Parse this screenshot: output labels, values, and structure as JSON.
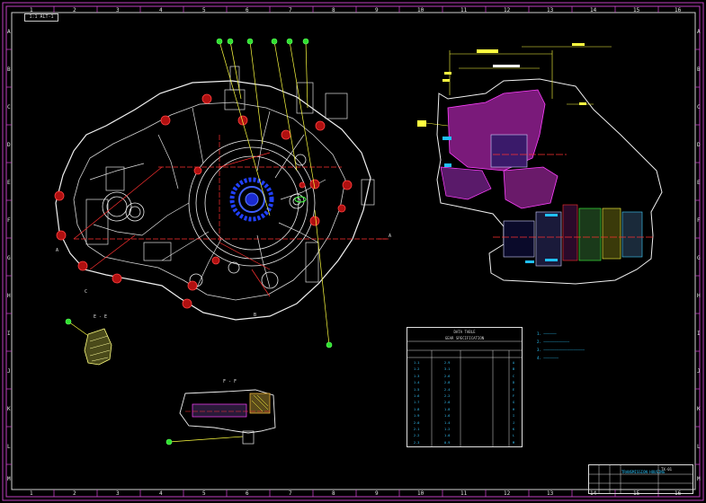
{
  "drawing": {
    "top_tab": "1:1  ALT-1",
    "zone_numbers": [
      "1",
      "2",
      "3",
      "4",
      "5",
      "6",
      "7",
      "8",
      "9",
      "10",
      "11",
      "12",
      "13",
      "14",
      "15",
      "16"
    ],
    "zone_letters": [
      "A",
      "B",
      "C",
      "D",
      "E",
      "F",
      "G",
      "H",
      "I",
      "J",
      "K",
      "L",
      "M"
    ]
  },
  "views": {
    "section_e": "E - E",
    "section_f": "F - F",
    "section_c": "C",
    "section_b": "B",
    "section_a_left": "A",
    "section_a_right": "A"
  },
  "table": {
    "title": "DATA TABLE",
    "subtitle": "GEAR SPECIFICATION",
    "rows": [
      {
        "a": "1.1",
        "b": "2.9",
        "c": "A"
      },
      {
        "a": "1.2",
        "b": "3.1",
        "c": "B"
      },
      {
        "a": "1.3",
        "b": "2.6",
        "c": "C"
      },
      {
        "a": "1.4",
        "b": "2.8",
        "c": "D"
      },
      {
        "a": "1.5",
        "b": "2.4",
        "c": "E"
      },
      {
        "a": "1.6",
        "b": "2.2",
        "c": "F"
      },
      {
        "a": "1.7",
        "b": "2.0",
        "c": "G"
      },
      {
        "a": "1.8",
        "b": "1.8",
        "c": "H"
      },
      {
        "a": "1.9",
        "b": "1.6",
        "c": "I"
      },
      {
        "a": "2.0",
        "b": "1.4",
        "c": "J"
      },
      {
        "a": "2.1",
        "b": "1.2",
        "c": "K"
      },
      {
        "a": "2.2",
        "b": "1.0",
        "c": "L"
      },
      {
        "a": "2.3",
        "b": "0.9",
        "c": "M"
      }
    ]
  },
  "notes": {
    "line1": "1. ——————",
    "line2": "2. ————————————",
    "line3": "3. ———————————————————",
    "line4": "4. ———————"
  },
  "title_block": {
    "name": "TRANSMISSION HOUSING",
    "code": "TX-01"
  },
  "colors": {
    "frame": "#c040c0",
    "housing": "#ffffff",
    "section_line": "#ff3030",
    "gear_blue": "#2040ff",
    "leader_green": "#40ff40",
    "leader_yellow": "#ffff40",
    "section_magenta": "#ff30ff",
    "dimension_cyan": "#30e0ff"
  }
}
